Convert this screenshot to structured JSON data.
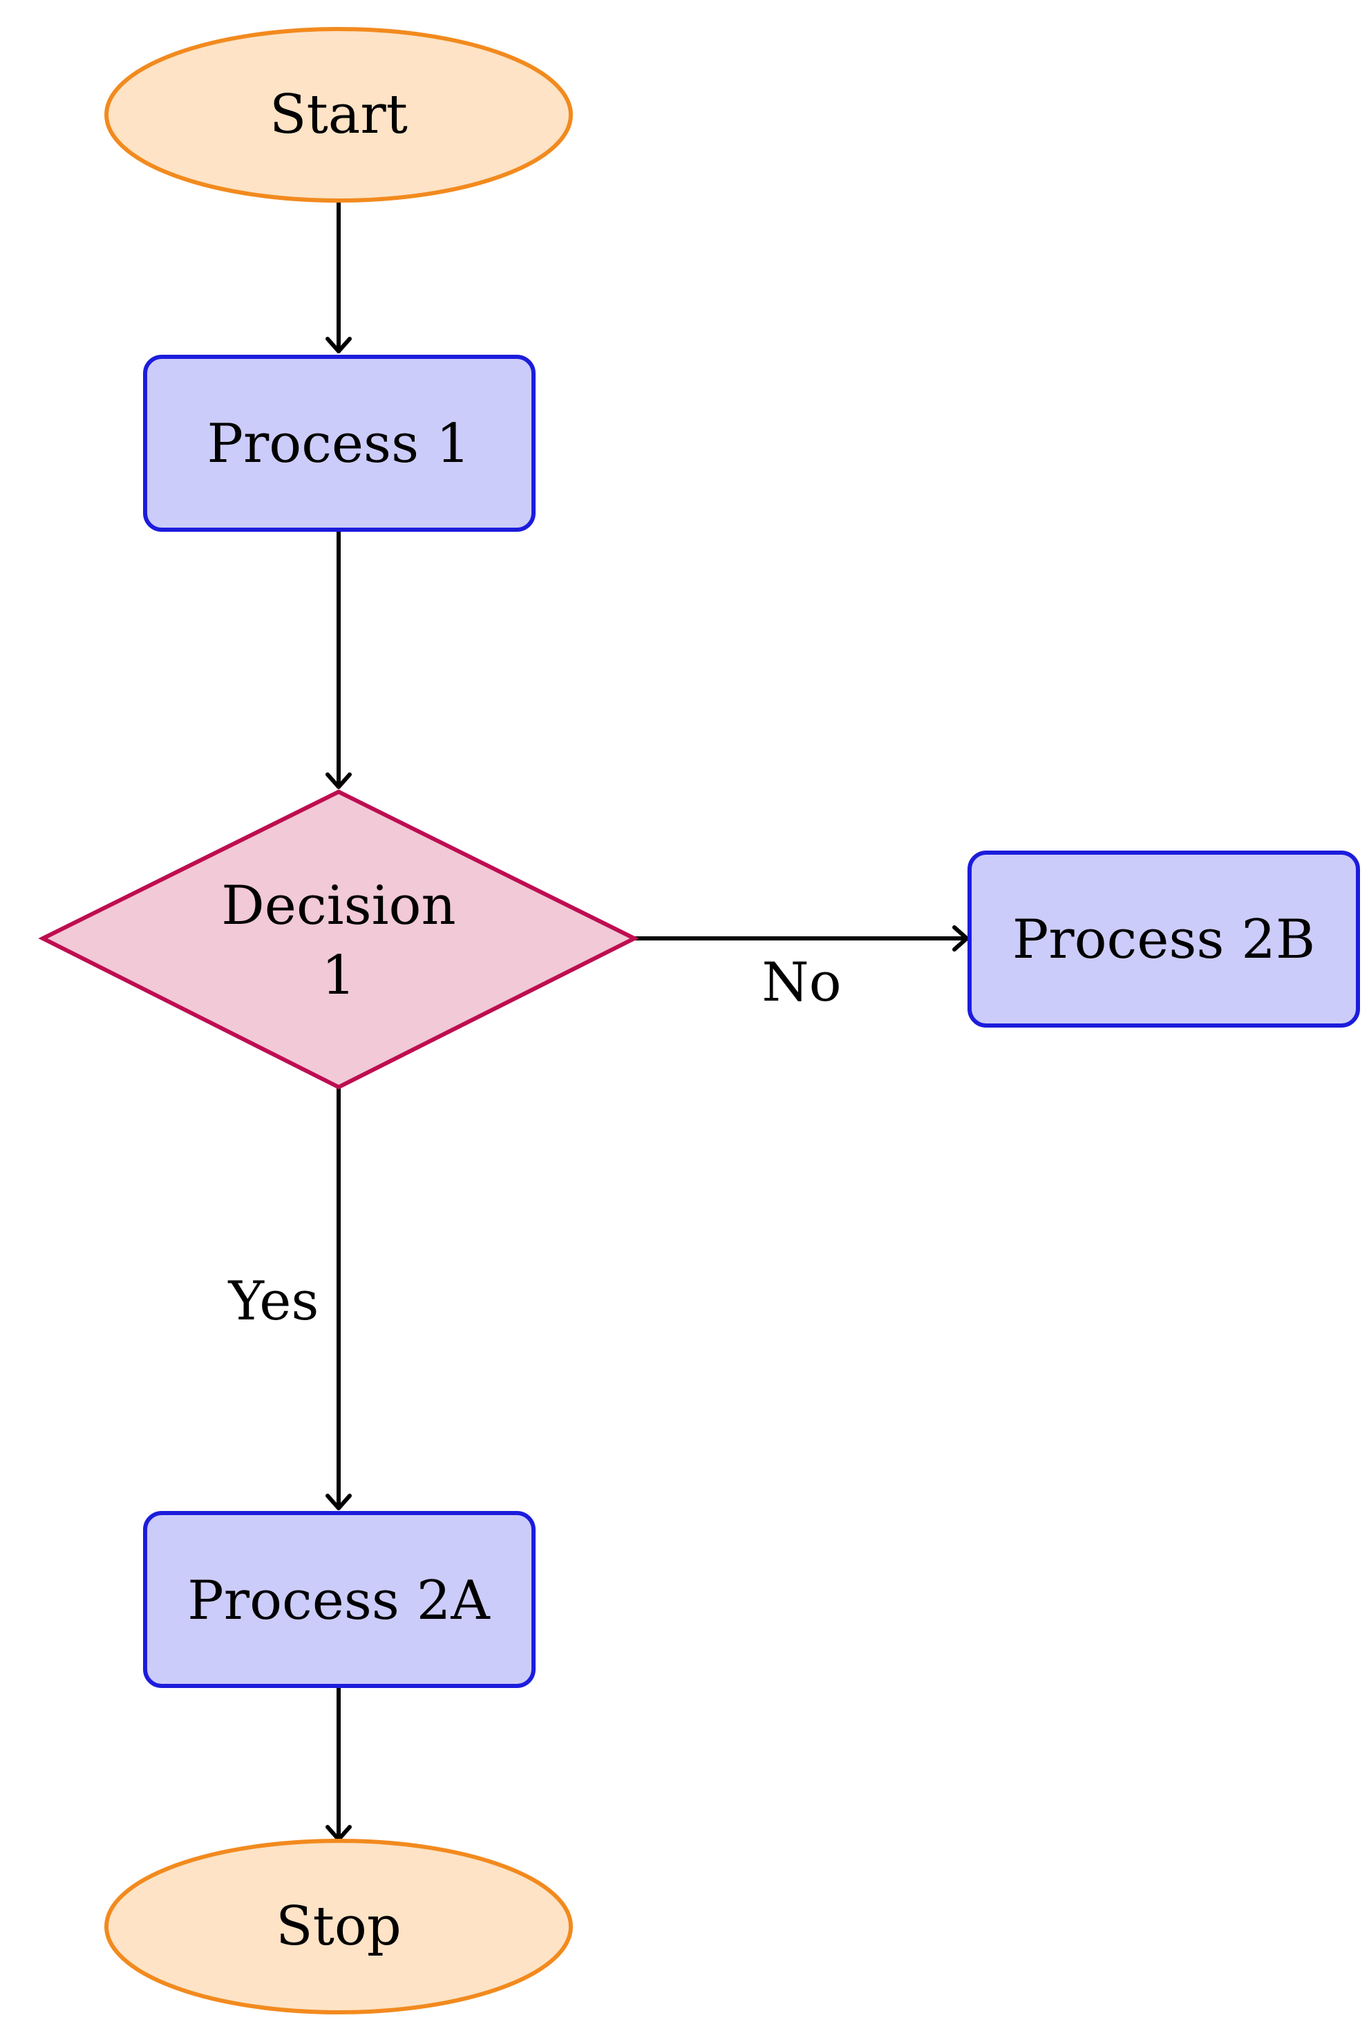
{
  "nodes": {
    "start": {
      "label": "Start"
    },
    "process1": {
      "label": "Process 1"
    },
    "decision1": {
      "label_line1": "Decision",
      "label_line2": "1"
    },
    "process2b": {
      "label": "Process 2B"
    },
    "process2a": {
      "label": "Process 2A"
    },
    "stop": {
      "label": "Stop"
    }
  },
  "edges": {
    "no_label": "No",
    "yes_label": "Yes"
  },
  "colors": {
    "terminal_fill": "#fee3c6",
    "terminal_stroke": "#f28a1e",
    "process_fill": "#ccccfa",
    "process_stroke": "#1c1cdc",
    "decision_fill": "#f1c9d7",
    "decision_stroke": "#be0d50",
    "connector": "#000000"
  }
}
